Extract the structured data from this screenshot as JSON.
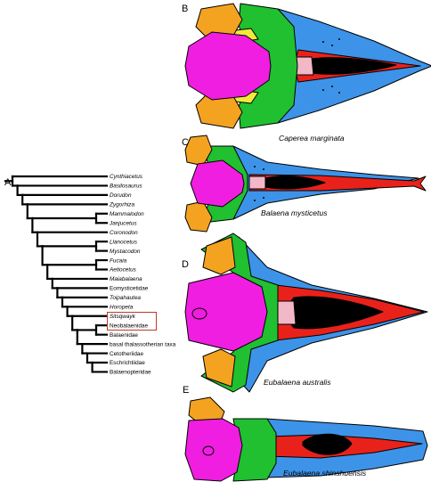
{
  "panel_labels": {
    "a": "A",
    "b": "B",
    "c": "C",
    "d": "D",
    "e": "E"
  },
  "species": {
    "b": "Caperea marginata",
    "c": "Balaena mysticetus",
    "d": "Eubalaena australis",
    "e": "Eubalaena shinshuensis"
  },
  "taxa": [
    {
      "name": "Cynthiacetus",
      "italic": true
    },
    {
      "name": "Basilosaurus",
      "italic": true
    },
    {
      "name": "Dorudon",
      "italic": true
    },
    {
      "name": "Zygorhiza",
      "italic": true
    },
    {
      "name": "Mammalodon",
      "italic": true
    },
    {
      "name": "Janjucetus",
      "italic": true
    },
    {
      "name": "Coronodon",
      "italic": true
    },
    {
      "name": "Llanocetus",
      "italic": true
    },
    {
      "name": "Mystacodon",
      "italic": true
    },
    {
      "name": "Fucaia",
      "italic": true
    },
    {
      "name": "Aetiocetus",
      "italic": true
    },
    {
      "name": "Maiabalaena",
      "italic": true
    },
    {
      "name": "Eomysticetidae",
      "italic": false
    },
    {
      "name": "Toipahautea",
      "italic": true
    },
    {
      "name": "Horopeta",
      "italic": true
    },
    {
      "name": "Sitsqwayk",
      "italic": true
    },
    {
      "name": "Neobalaenidae",
      "italic": false
    },
    {
      "name": "Balaenidae",
      "italic": false
    },
    {
      "name": "basal thalassotherian taxa",
      "italic": false
    },
    {
      "name": "Cetotheriidae",
      "italic": false
    },
    {
      "name": "Eschrichtiidae",
      "italic": false
    },
    {
      "name": "Balaenopteridae",
      "italic": false
    }
  ],
  "highlight_box_color": "#c0392b",
  "bone_colors": {
    "premaxilla": "#e8221b",
    "maxilla": "#3d93e8",
    "nasal": "#f2b8c8",
    "frontal": "#20c030",
    "parietal_supraoccipital": "#f01ee0",
    "squamosal": "#f4a320",
    "occipital_condyle": "#f2ea3a",
    "mesorostral_groove": "#000000"
  }
}
